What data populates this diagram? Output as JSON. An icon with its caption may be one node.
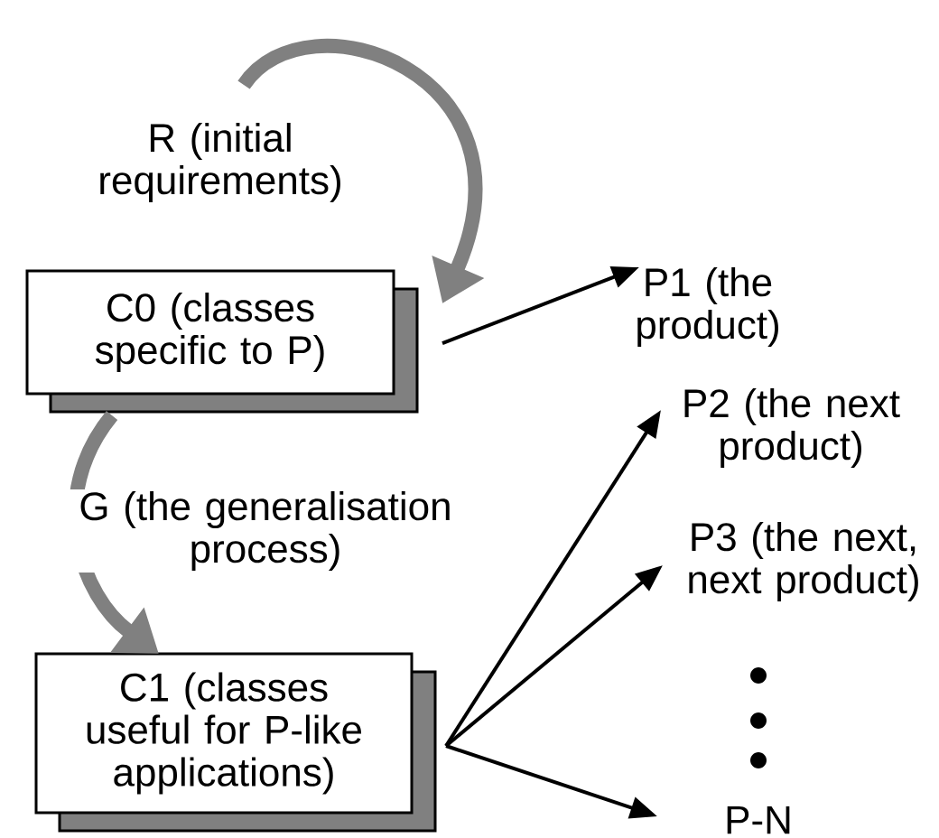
{
  "diagram": {
    "nodes": [
      {
        "text": [
          "C0 (classes specific to P)"
        ]
      },
      {
        "text": [
          "C1 (classes useful for P-like applications)"
        ]
      },
      {
        "text": [
          "P1 (the product)"
        ]
      },
      {
        "text": [
          "P2 (the next product)"
        ]
      },
      {
        "text": [
          "P3 (the next, next product)"
        ]
      },
      {
        "text": [
          "P-N"
        ]
      }
    ],
    "edges": [
      {
        "from": null,
        "to": 0,
        "arrow": "to",
        "label": "R (initial requirements)",
        "style": "thick",
        "color": "#808080"
      },
      {
        "from": 0,
        "to": 1,
        "arrow": "to",
        "label": "G (the generalisation process)",
        "style": "thick",
        "color": "#808080"
      },
      {
        "from": 0,
        "to": 2,
        "arrow": "to"
      },
      {
        "from": 1,
        "to": 3,
        "arrow": "to"
      },
      {
        "from": 1,
        "to": 4,
        "arrow": "to"
      },
      {
        "from": 1,
        "to": 5,
        "arrow": "to"
      }
    ]
  }
}
